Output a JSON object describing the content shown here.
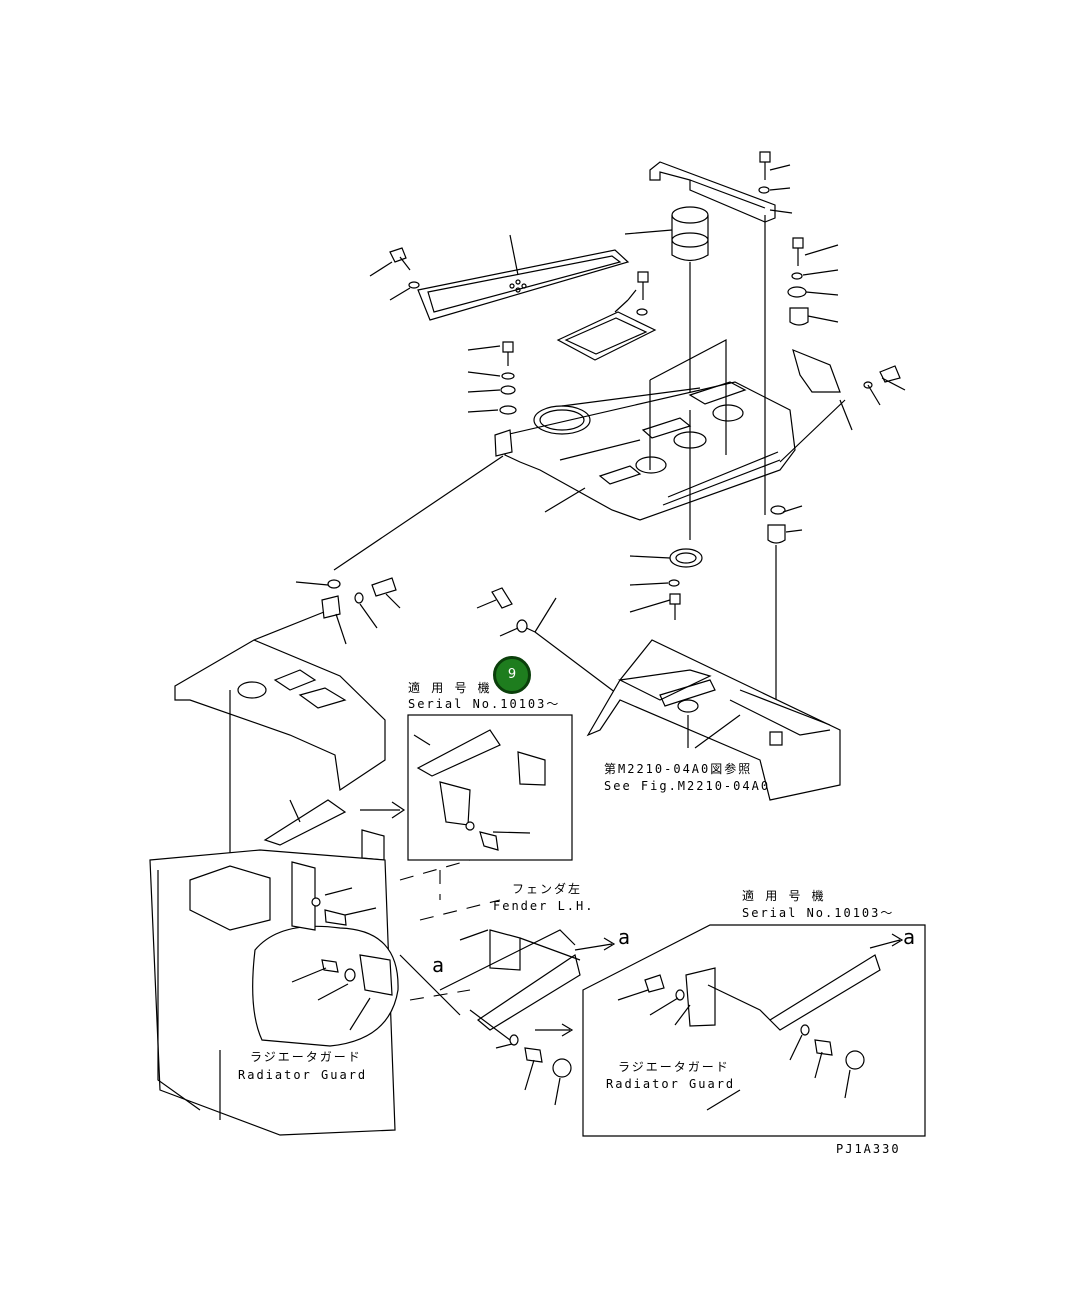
{
  "labels": {
    "serial_jp_top": "適 用 号 機",
    "serial_en_top": "Serial No.10103～",
    "ref_jp": "第M2210-04A0図参照",
    "ref_en": "See Fig.M2210-04A0",
    "fender_jp": "フェンダ左",
    "fender_en": "Fender L.H.",
    "serial_jp_right": "適 用 号 機",
    "serial_en_right": "Serial No.10103～",
    "radiator_jp_left": "ラジエータガード",
    "radiator_en_left": "Radiator Guard",
    "radiator_jp_right": "ラジエータガード",
    "radiator_en_right": "Radiator Guard",
    "arrow_a_1": "a",
    "arrow_a_2": "a",
    "arrow_a_3": "a",
    "drawing_code": "PJ1A330"
  },
  "callout": {
    "label": "9",
    "color": "#1e7d1e"
  }
}
